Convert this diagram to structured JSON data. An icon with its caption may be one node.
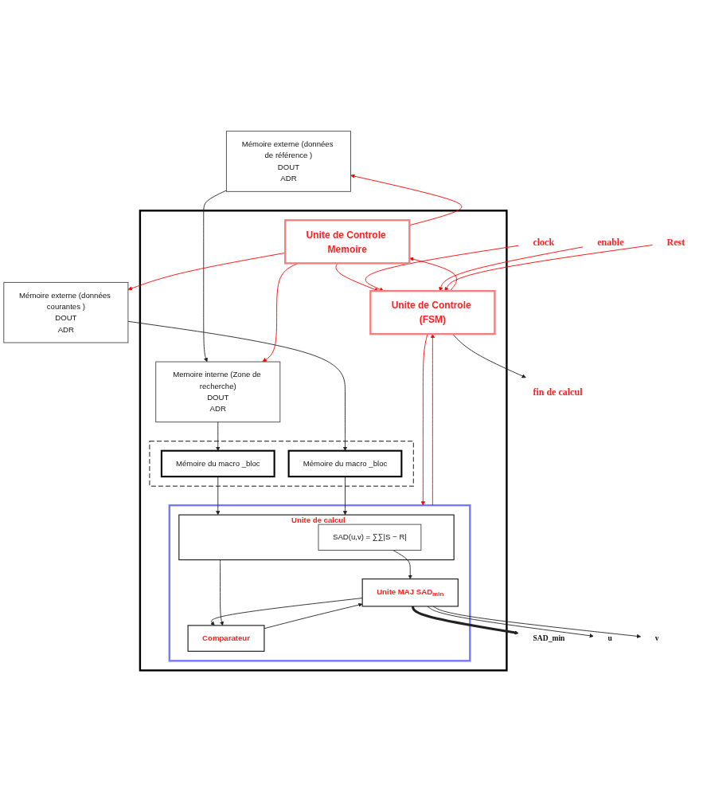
{
  "diagram": {
    "nodes": [
      {
        "text": [
          "Mémoire externe (données de référence )",
          "DOUT",
          "ADR"
        ]
      },
      {
        "text": [
          "Mémoire externe (données courantes )",
          "DOUT",
          "ADR"
        ]
      },
      {
        "text": [],
        "shape": "box"
      },
      {
        "text": [
          "Memoire interne (Zone de recherche)",
          "DOUT",
          "ADR"
        ],
        "in": 2
      },
      {
        "text": [],
        "shape": "box",
        "in": 2
      },
      {
        "text": [
          "Mémoire du macro _bloc"
        ],
        "in": 4
      },
      {
        "text": [
          "Mémoire du macro _bloc"
        ],
        "in": 4
      },
      {
        "text": [],
        "shape": "box",
        "in": 2
      },
      {
        "text": [
          "Unite de calcul"
        ],
        "in": 7
      },
      {
        "text": [
          "SAD(u,v) = ∑∑|S − R|"
        ],
        "in": 8
      },
      {
        "text": [
          "Unite MAJ SAD$_{min}$"
        ],
        "in": 7
      },
      {
        "text": [
          "Comparateur"
        ],
        "in": 7
      },
      {
        "text": [
          "Unite de Controle Memoire"
        ],
        "in": 2
      },
      {
        "text": [
          "Unite de Controle (FSM)"
        ],
        "in": 2
      },
      {
        "text": [
          "clock"
        ]
      },
      {
        "text": [
          "enable"
        ]
      },
      {
        "text": [
          "Rest"
        ]
      },
      {
        "text": [
          "SAD_min"
        ]
      },
      {
        "text": [
          "u"
        ]
      },
      {
        "text": [
          "v"
        ]
      },
      {
        "text": [
          "fin de calcul"
        ]
      }
    ],
    "edges": [
      {
        "from": 0,
        "to": 3,
        "arrow": "to"
      },
      {
        "from": 1,
        "to": 6,
        "arrow": "to"
      },
      {
        "from": 12,
        "to": 0,
        "arrow": "to",
        "color": "#ff0000"
      },
      {
        "from": 12,
        "to": 1,
        "arrow": "to",
        "color": "#ff0000"
      },
      {
        "from": 12,
        "to": 3,
        "arrow": "to",
        "color": "#ff0000"
      },
      {
        "from": 3,
        "to": 5,
        "arrow": "to"
      },
      {
        "from": 5,
        "to": 8,
        "arrow": "to"
      },
      {
        "from": 6,
        "to": 8,
        "arrow": "to"
      },
      {
        "from": 9,
        "to": 10,
        "arrow": "to"
      },
      {
        "from": 8,
        "to": 11,
        "arrow": "to"
      },
      {
        "from": 10,
        "to": 11,
        "arrow": "to"
      },
      {
        "from": 11,
        "to": 10,
        "arrow": "to"
      },
      {
        "from": 12,
        "to": 13,
        "arrow": "to",
        "color": "#ff0000"
      },
      {
        "from": 13,
        "to": 12,
        "arrow": "to",
        "color": "#ff0000"
      },
      {
        "from": 14,
        "to": 13,
        "arrow": "to",
        "color": "#ff0000"
      },
      {
        "from": 15,
        "to": 13,
        "arrow": "to",
        "color": "#ff0000"
      },
      {
        "from": 16,
        "to": 13,
        "arrow": "to",
        "color": "#ff0000"
      },
      {
        "from": 13,
        "to": 7,
        "arrow": "to",
        "color": "#ff0000"
      },
      {
        "from": 7,
        "to": 13,
        "arrow": "to",
        "color": "#ff0000"
      },
      {
        "from": 10,
        "to": 17,
        "arrow": "to",
        "style": "thick"
      },
      {
        "from": 10,
        "to": 18,
        "arrow": "to"
      },
      {
        "from": 10,
        "to": 19,
        "arrow": "to"
      },
      {
        "from": 13,
        "to": 20,
        "arrow": "to"
      }
    ]
  }
}
